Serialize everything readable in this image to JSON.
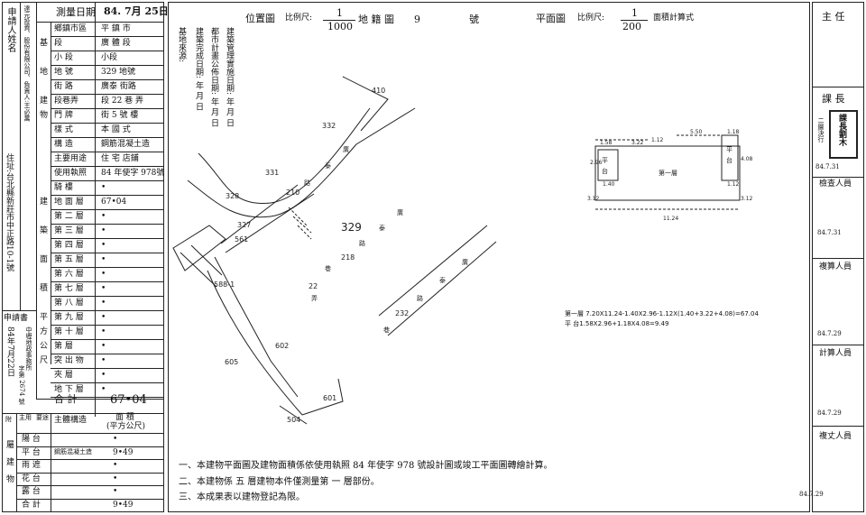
{
  "left": {
    "applicant_label": "申請人姓名",
    "applicant_names": "達元投資、股份有限公司、負責人:王必萬",
    "survey_date_label": "測量日期",
    "survey_date": "84. 7月 25日",
    "rows": [
      {
        "h1": "",
        "h2": "鄉鎮市區",
        "v": "平 鎮 市"
      },
      {
        "h1": "基",
        "h2": "段",
        "v": "廣 體 段"
      },
      {
        "h1": "",
        "h2": "小 段",
        "v": "小段"
      },
      {
        "h1": "地",
        "h2": "地 號",
        "v": "329 地號"
      },
      {
        "h1": "",
        "h2": "街 路",
        "v": "廣泰 街路"
      },
      {
        "h1": "建",
        "h2": "段巷弄",
        "v": "段 22 巷 弄"
      },
      {
        "h1": "物",
        "h2": "門 牌",
        "v": "街 5 號 樓"
      },
      {
        "h1": "",
        "h2": "樣 式",
        "v": "本 國 式"
      },
      {
        "h1": "",
        "h2": "構 造",
        "v": "鋼筋混凝土造"
      },
      {
        "h1": "",
        "h2": "主要用途",
        "v": "住 宅 店鋪"
      },
      {
        "h1": "",
        "h2": "使用執照",
        "v": "84 年使字 978號"
      },
      {
        "h1": "",
        "h2": "騎 樓",
        "v": "•"
      },
      {
        "h1": "建",
        "h2": "地 面 層",
        "v": "67•04"
      },
      {
        "h1": "",
        "h2": "第 二 層",
        "v": "•"
      },
      {
        "h1": "築",
        "h2": "第 三 層",
        "v": "•"
      },
      {
        "h1": "",
        "h2": "第 四 層",
        "v": "•"
      },
      {
        "h1": "面",
        "h2": "第 五 層",
        "v": "•"
      },
      {
        "h1": "",
        "h2": "第 六 層",
        "v": "•"
      },
      {
        "h1": "積",
        "h2": "第 七 層",
        "v": "•"
      },
      {
        "h1": "",
        "h2": "第 八 層",
        "v": "•"
      },
      {
        "h1": "平",
        "h2": "第 九 層",
        "v": "•"
      },
      {
        "h1": "方",
        "h2": "第 十 層",
        "v": "•"
      },
      {
        "h1": "公",
        "h2": "第 層",
        "v": "•"
      },
      {
        "h1": "尺",
        "h2": "突 出 物",
        "v": "•"
      },
      {
        "h1": "",
        "h2": "夾 層",
        "v": "•"
      },
      {
        "h1": "",
        "h2": "地 下 層",
        "v": "•"
      }
    ],
    "total_label": "合 計",
    "total_value": "67•04",
    "address_vertical": "住址:台北縣新莊市中正路10-1號",
    "application_label": "申請書",
    "application_office": "中壢地政事務所",
    "application_date": "84年7月22日",
    "application_no": "字第 2674 號",
    "attached_header": {
      "a": "附",
      "b": "主用",
      "c": "要途",
      "d": "主體構造",
      "e": "面 積",
      "f": "(平方公尺)"
    },
    "attached_rows": [
      {
        "use": "陽 台",
        "struct": "",
        "v": "•"
      },
      {
        "use": "平 台",
        "struct": "鋼筋混凝土造",
        "v": "9•49"
      },
      {
        "use": "雨 遮",
        "struct": "",
        "v": "•"
      },
      {
        "use": "花 台",
        "struct": "",
        "v": "•"
      },
      {
        "use": "露 台",
        "struct": "",
        "v": "•"
      },
      {
        "use": "合 計",
        "struct": "",
        "v": "9•49"
      }
    ],
    "attached_side": "屬建物"
  },
  "location": {
    "title": "位置圖",
    "scale_label": "比例尺:",
    "scale_num": "1",
    "scale_den": "1000",
    "map_sheet_label": "地 籍 圖",
    "map_sheet_no": "9",
    "map_sheet_suffix": "號",
    "notes": [
      "建築管理實施日期: 年 月 日",
      "都市計畫公佈日期: 年 月 日",
      "建築完成日期: 年 月 日",
      "基地來源:"
    ],
    "parcels": [
      "410",
      "332",
      "331",
      "328",
      "327",
      "561",
      "588-1",
      "602",
      "605",
      "601",
      "504",
      "329",
      "210",
      "218",
      "232",
      "22"
    ],
    "street_labels": [
      "廣",
      "泰",
      "路",
      "廣",
      "泰",
      "路",
      "巷",
      "弄",
      "廣",
      "泰",
      "路"
    ]
  },
  "floor_plan": {
    "title": "平面圖",
    "scale_label": "比例尺:",
    "scale_num": "1",
    "scale_den": "200",
    "calc_label": "面積計算式",
    "dims": [
      "1.58",
      "3.22",
      "1.12",
      "5.50",
      "1.18",
      "2.96",
      "4.08",
      "1.40",
      "1.12",
      "3.12",
      "3.12",
      "11.24"
    ],
    "balcony_label": "平台",
    "floor_label": "第一層",
    "formula1": "第一層 7.20X11.24-1.40X2.96-1.12X(1.40+3.22+4.08)=67.04",
    "formula2": "平  台1.58X2.96+1.18X4.08=9.49"
  },
  "footnotes": [
    "一、本建物平面圖及建物面積係依使用執照 84 年使字 978 號設計圖或竣工平面圖轉繪計算。",
    "二、本建物係 五 層建物本件僅測量第 一 層部份。",
    "三、本成果表以建物登記為限。"
  ],
  "right": {
    "header": "主 任",
    "section_chief": "課 長",
    "chief_stamp": "課長劉木",
    "chief_note": "二層決行",
    "chief_date": "84.7.31",
    "inspector": "檢查人員",
    "inspector_date": "84.7.31",
    "reviewer": "複算人員",
    "reviewer_date": "84.7.29",
    "calculator": "計算人員",
    "calculator_date": "84.7.29",
    "surveyor": "複丈人員",
    "surveyor_date": "84.7.29"
  }
}
